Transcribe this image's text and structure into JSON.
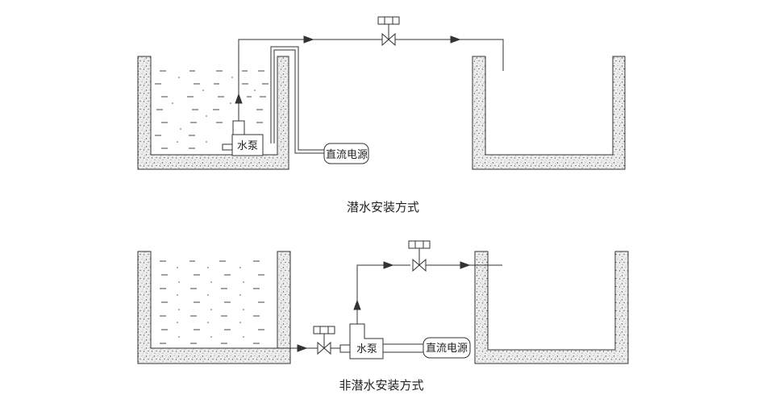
{
  "diagram": {
    "top_caption": "潜水安装方式",
    "bottom_caption": "非潜水安装方式",
    "top_pump_label": "水泵",
    "bottom_pump_label": "水泵",
    "top_power_label": "直流电源",
    "bottom_power_label": "直流电源"
  },
  "colors": {
    "line": "#333333",
    "wall_fill": "#e6e6e6",
    "background": "#ffffff"
  }
}
